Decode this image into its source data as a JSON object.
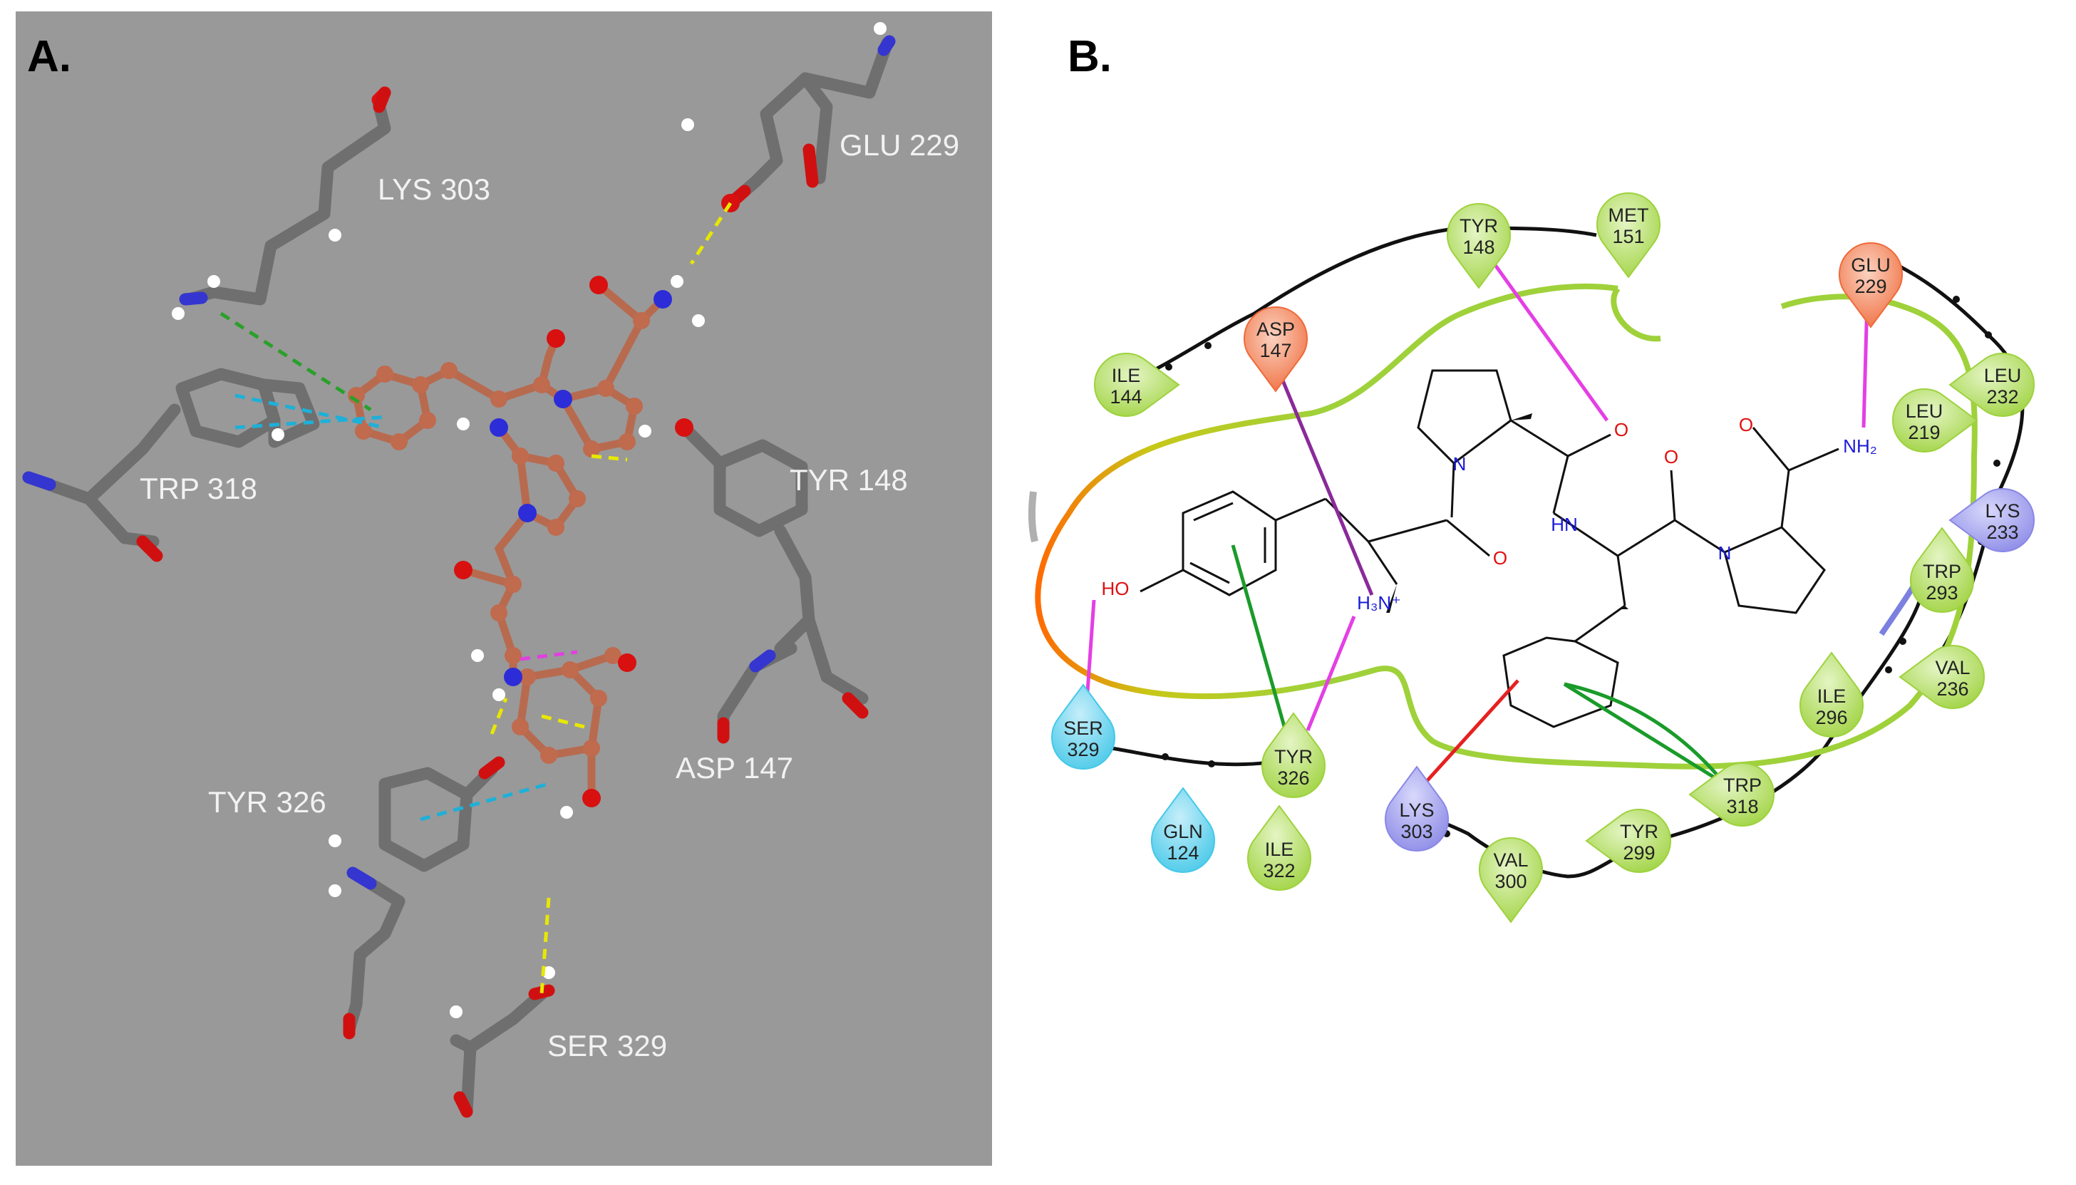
{
  "panel_a": {
    "label": "A.",
    "residues": {
      "lys303": "LYS  303",
      "glu229": "GLU  229",
      "trp318": "TRP  318",
      "tyr148": "TYR  148",
      "asp147": "ASP  147",
      "tyr326": "TYR  326",
      "ser329": "SER  329"
    }
  },
  "panel_b": {
    "label": "B.",
    "residues": [
      {
        "name": "TYR",
        "num": "148",
        "type": "hydrophobic"
      },
      {
        "name": "MET",
        "num": "151",
        "type": "hydrophobic"
      },
      {
        "name": "GLU",
        "num": "229",
        "type": "negative"
      },
      {
        "name": "ASP",
        "num": "147",
        "type": "negative"
      },
      {
        "name": "ILE",
        "num": "144",
        "type": "hydrophobic"
      },
      {
        "name": "LEU",
        "num": "232",
        "type": "hydrophobic"
      },
      {
        "name": "LEU",
        "num": "219",
        "type": "hydrophobic"
      },
      {
        "name": "LYS",
        "num": "233",
        "type": "positive"
      },
      {
        "name": "TRP",
        "num": "293",
        "type": "hydrophobic"
      },
      {
        "name": "VAL",
        "num": "236",
        "type": "hydrophobic"
      },
      {
        "name": "ILE",
        "num": "296",
        "type": "hydrophobic"
      },
      {
        "name": "SER",
        "num": "329",
        "type": "polar"
      },
      {
        "name": "TYR",
        "num": "326",
        "type": "hydrophobic"
      },
      {
        "name": "LYS",
        "num": "303",
        "type": "positive"
      },
      {
        "name": "TRP",
        "num": "318",
        "type": "hydrophobic"
      },
      {
        "name": "GLN",
        "num": "124",
        "type": "polar"
      },
      {
        "name": "ILE",
        "num": "322",
        "type": "hydrophobic"
      },
      {
        "name": "VAL",
        "num": "300",
        "type": "hydrophobic"
      },
      {
        "name": "TYR",
        "num": "299",
        "type": "hydrophobic"
      }
    ],
    "atoms": {
      "ho": "HO",
      "h3n": "H₃N⁺",
      "o1": "O",
      "o2": "O",
      "o3": "O",
      "o4": "O",
      "nh2": "NH₂",
      "n1": "N",
      "n2": "N",
      "hn": "HN"
    },
    "colors": {
      "hydrophobic": "#9ed23e",
      "negative": "#ef6a3a",
      "positive": "#8a88e6",
      "polar": "#45c8e8",
      "hbond": "#e43fe4",
      "pi_stack": "#1a9b2a",
      "pi_cation": "#e62020"
    }
  }
}
